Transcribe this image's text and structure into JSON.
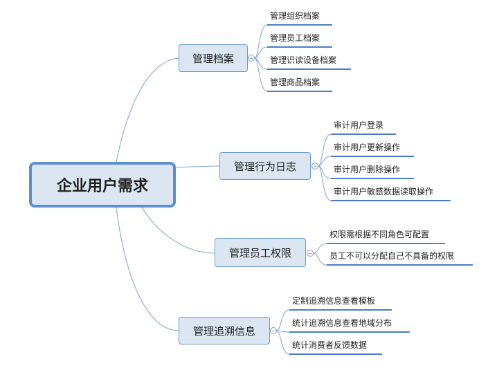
{
  "root": {
    "label": "企业用户需求"
  },
  "branches": [
    {
      "label": "管理档案",
      "children": [
        "管理组织档案",
        "管理员工档案",
        "管理识读设备档案",
        "管理商品档案"
      ]
    },
    {
      "label": "管理行为日志",
      "children": [
        "审计用户登录",
        "审计用户更新操作",
        "审计用户删除操作",
        "审计用户敏感数据读取操作"
      ]
    },
    {
      "label": "管理员工权限",
      "children": [
        "权限需根据不同角色可配置",
        "员工不可以分配自己不具备的权限"
      ]
    },
    {
      "label": "管理追溯信息",
      "children": [
        "定制追溯信息查看模板",
        "统计追溯信息查看地域分布",
        "统计消费者反馈数据"
      ]
    }
  ],
  "colors": {
    "node_fill": "#dce6f2",
    "root_border": "#5b8fd1",
    "topic_border": "#6a9bd6",
    "connector": "#7aa3d6",
    "underline": "#4a7cc7"
  }
}
